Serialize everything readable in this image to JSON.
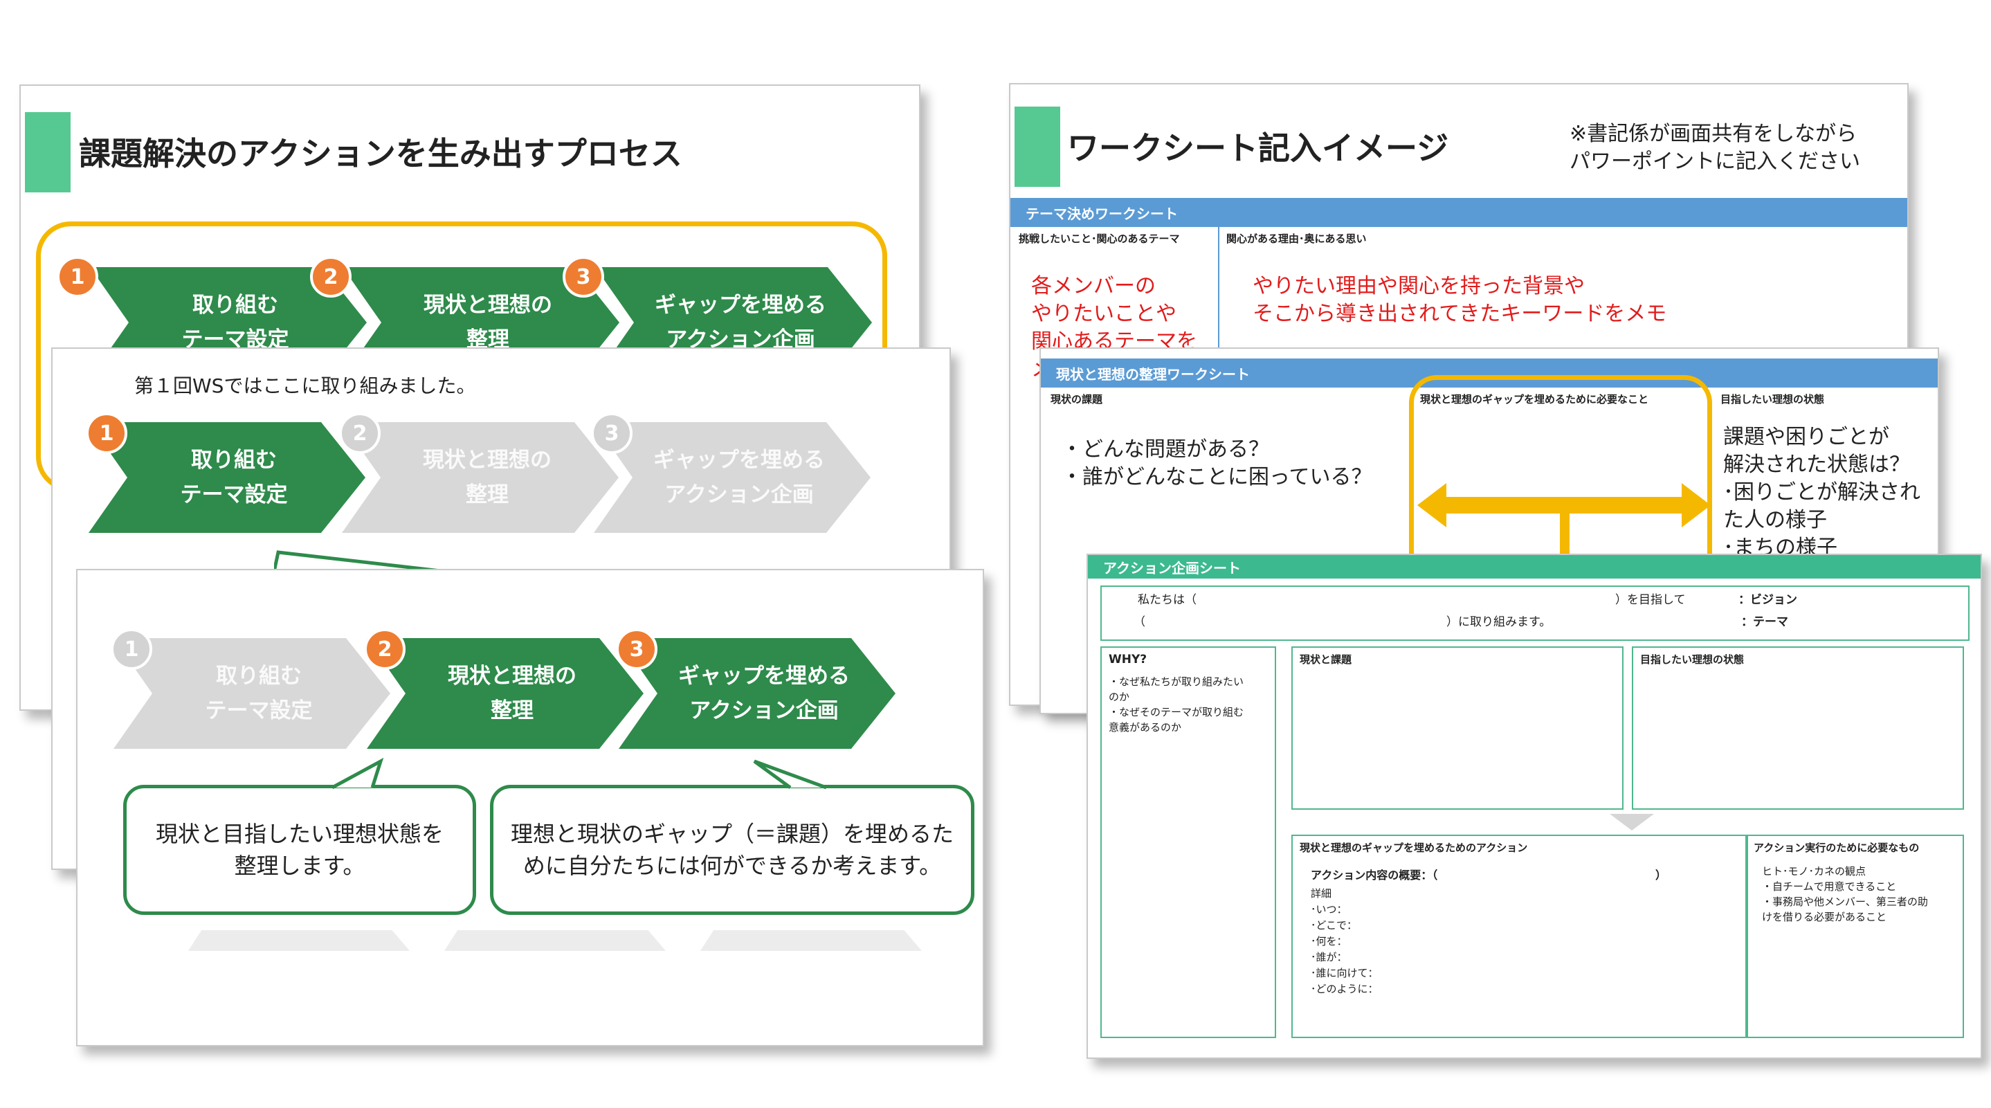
{
  "slide1": {
    "title": "課題解決のアクションを生み出すプロセス",
    "steps": [
      {
        "num": "1",
        "label": "取り組む\nテーマ設定"
      },
      {
        "num": "2",
        "label": "現状と理想の\n整理"
      },
      {
        "num": "3",
        "label": "ギャップを埋める\nアクション企画"
      }
    ]
  },
  "slide2": {
    "note": "第１回WSではここに取り組みました。",
    "steps": [
      {
        "num": "1",
        "label": "取り組む\nテーマ設定"
      },
      {
        "num": "2",
        "label": "現状と理想の\n整理"
      },
      {
        "num": "3",
        "label": "ギャップを埋める\nアクション企画"
      }
    ]
  },
  "slide3": {
    "steps": [
      {
        "num": "1",
        "label": "取り組む\nテーマ設定"
      },
      {
        "num": "2",
        "label": "現状と理想の\n整理"
      },
      {
        "num": "3",
        "label": "ギャップを埋める\nアクション企画"
      }
    ],
    "callout_left": "現状と目指したい理想状態を\n整理します。",
    "callout_right": "理想と現状のギャップ（＝課題）を埋めるた\nめに自分たちには何ができるか考えます。"
  },
  "ws1": {
    "title": "ワークシート記入イメージ",
    "note": "※書記係が画面共有をしながら\nパワーポイントに記入ください",
    "header": "テーマ決めワークシート",
    "col1_label": "挑戦したいこと･関心のあるテーマ",
    "col2_label": "関心がある理由･奥にある思い",
    "col1_text": "各メンバーの\nやりたいことや\n関心あるテーマを\nメモ",
    "col2_text": "やりたい理由や関心を持った背景や\nそこから導き出されてきたキーワードをメモ"
  },
  "ws2": {
    "header": "現状と理想の整理ワークシート",
    "col1_label": "現状の課題",
    "col2_label": "現状と理想のギャップを埋めるために必要なこと",
    "col3_label": "目指したい理想の状態",
    "col1_text": "・どんな問題がある？\n・誰がどんなことに困っている？",
    "col3_text": "課題や困りごとが\n解決された状態は？\n･困りごとが解決され\nた人の様子\n･まちの様子"
  },
  "ws3": {
    "header": "アクション企画シート",
    "line1_a": "私たちは（",
    "line1_b": "）を目指して",
    "line1_c": "：ビジョン",
    "line2_a": "（",
    "line2_b": "）に取り組みます。",
    "line2_c": "：テーマ",
    "why_label": "WHY?",
    "why_text": "・なぜ私たちが取り組みたい\nのか\n・なぜそのテーマが取り組む\n意義があるのか",
    "current_label": "現状と課題",
    "ideal_label": "目指したい理想の状態",
    "action_label": "現状と理想のギャップを埋めるためのアクション",
    "action_summary_a": "アクション内容の概要：（",
    "action_summary_b": "）",
    "action_details": "詳細\n･いつ：\n･どこで：\n･何を：\n･誰が：\n･誰に向けて：\n･どのように：",
    "needs_label": "アクション実行のために必要なもの",
    "needs_text": "ヒト･モノ･カネの観点\n・自チームで用意できること\n・事務局や他メンバー、第三者の助\nけを借りる必要があること"
  },
  "colors": {
    "green": "#2e8b4b",
    "accent_green": "#56c992",
    "orange": "#ee7d31",
    "yellow": "#f5b800",
    "blue_header": "#5b9bd5",
    "teal_header": "#3cb98f",
    "red_text": "#e11b1b"
  }
}
